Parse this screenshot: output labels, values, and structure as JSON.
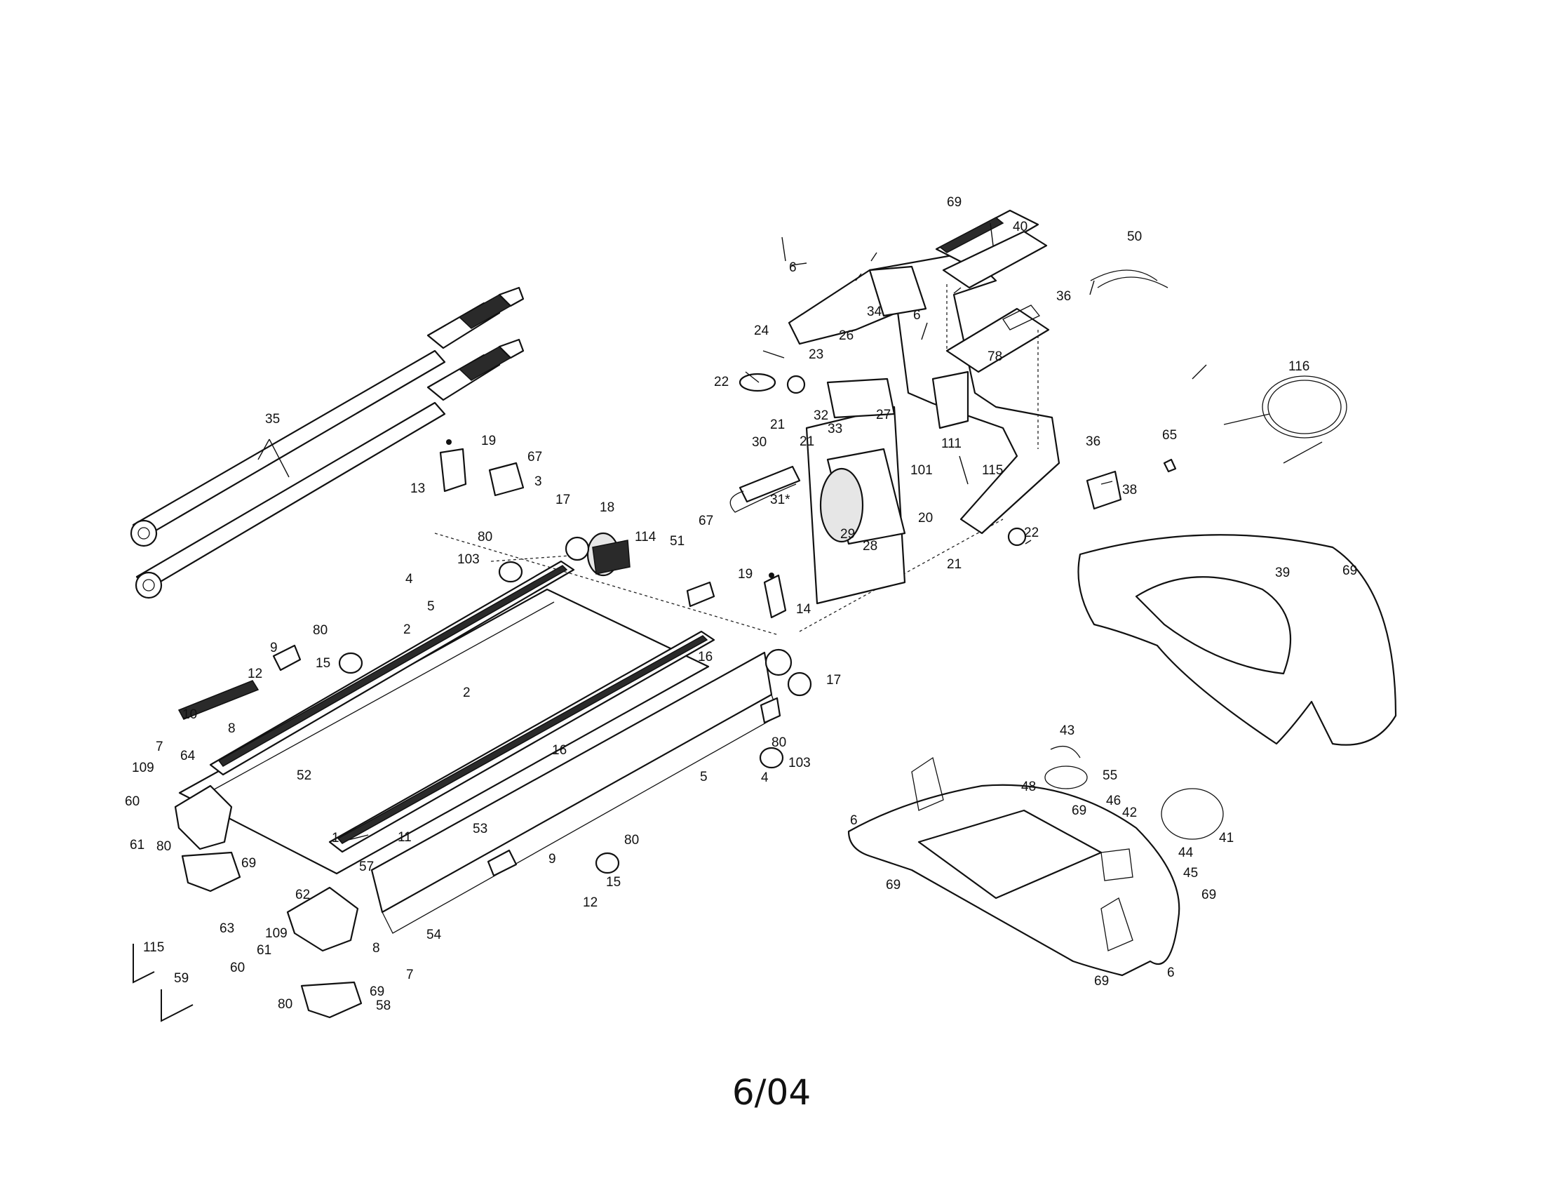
{
  "diagram": {
    "footer": "6/04",
    "callouts": {
      "c1": "1",
      "c2a": "2",
      "c2b": "2",
      "c3": "3",
      "c4a": "4",
      "c4b": "4",
      "c5a": "5",
      "c5b": "5",
      "c6a": "6",
      "c6b": "6",
      "c6c": "6",
      "c6d": "6",
      "c7a": "7",
      "c7b": "7",
      "c8a": "8",
      "c8b": "8",
      "c9a": "9",
      "c9b": "9",
      "c10": "10",
      "c11": "11",
      "c12a": "12",
      "c12b": "12",
      "c13": "13",
      "c14": "14",
      "c15a": "15",
      "c15b": "15",
      "c16a": "16",
      "c16b": "16",
      "c17a": "17",
      "c17b": "17",
      "c18": "18",
      "c19a": "19",
      "c19b": "19",
      "c20": "20",
      "c21a": "21",
      "c21b": "21",
      "c21c": "21",
      "c22a": "22",
      "c22b": "22",
      "c23": "23",
      "c24": "24",
      "c26": "26",
      "c27": "27",
      "c28": "28",
      "c29": "29",
      "c30": "30",
      "c31": "31*",
      "c32": "32",
      "c33": "33",
      "c34": "34",
      "c35": "35",
      "c36a": "36",
      "c36b": "36",
      "c38": "38",
      "c39": "39",
      "c40": "40",
      "c41": "41",
      "c42": "42",
      "c43": "43",
      "c44": "44",
      "c45": "45",
      "c46": "46",
      "c48": "48",
      "c50": "50",
      "c51": "51",
      "c52": "52",
      "c53": "53",
      "c54": "54",
      "c55": "55",
      "c57": "57",
      "c58": "58",
      "c59": "59",
      "c60a": "60",
      "c60b": "60",
      "c61a": "61",
      "c61b": "61",
      "c62": "62",
      "c63": "63",
      "c64": "64",
      "c65": "65",
      "c67a": "67",
      "c67b": "67",
      "c69a": "69",
      "c69b": "69",
      "c69c": "69",
      "c69d": "69",
      "c69e": "69",
      "c69f": "69",
      "c69g": "69",
      "c69h": "69",
      "c78": "78",
      "c80a": "80",
      "c80b": "80",
      "c80c": "80",
      "c80d": "80",
      "c80e": "80",
      "c80f": "80",
      "c101": "101",
      "c103a": "103",
      "c103b": "103",
      "c109a": "109",
      "c109b": "109",
      "c111": "111",
      "c114": "114",
      "c115a": "115",
      "c115b": "115",
      "c116": "116"
    }
  }
}
